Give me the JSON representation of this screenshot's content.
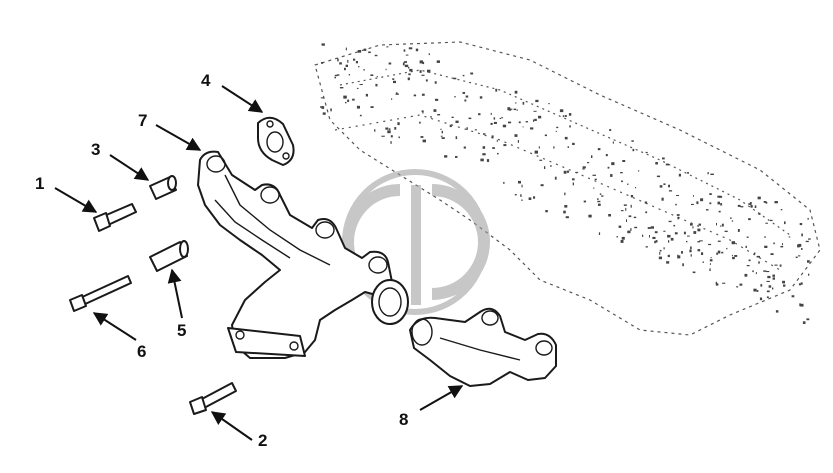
{
  "diagram": {
    "callouts": [
      {
        "id": "1",
        "label": "1"
      },
      {
        "id": "2",
        "label": "2"
      },
      {
        "id": "3",
        "label": "3"
      },
      {
        "id": "4",
        "label": "4"
      },
      {
        "id": "5",
        "label": "5"
      },
      {
        "id": "6",
        "label": "6"
      },
      {
        "id": "7",
        "label": "7"
      },
      {
        "id": "8",
        "label": "8"
      }
    ],
    "colors": {
      "line": "#1a1a1a",
      "watermark": "#bdbdbd",
      "background": "#ffffff"
    }
  }
}
